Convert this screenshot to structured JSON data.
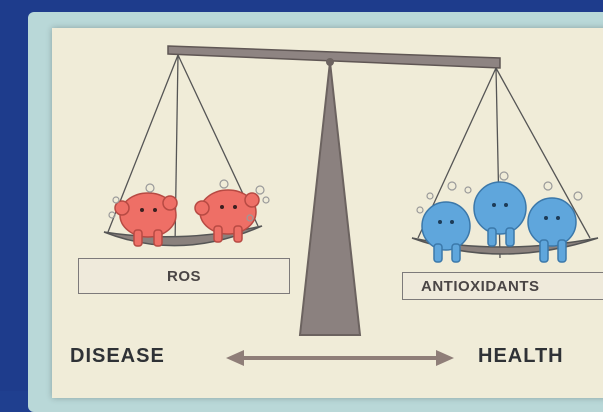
{
  "labels": {
    "left_pan": "ROS",
    "right_pan": "ANTIOXIDANTS",
    "bottom_left": "DISEASE",
    "bottom_right": "HEALTH"
  },
  "colors": {
    "background_blue": "#1e3c8c",
    "frame_teal": "#b9d8d8",
    "card": "#f0ecd8",
    "scale_gray": "#8a7f7c",
    "ros_red": "#ee6f66",
    "antioxidant_blue": "#5fa6dc",
    "arrow_brown": "#8f7e78"
  },
  "icons": {
    "scale": "balance-scale-icon",
    "ros_characters": "red-molecule-characters",
    "antioxidant_characters": "blue-molecule-characters",
    "arrow": "double-headed-arrow-icon"
  }
}
